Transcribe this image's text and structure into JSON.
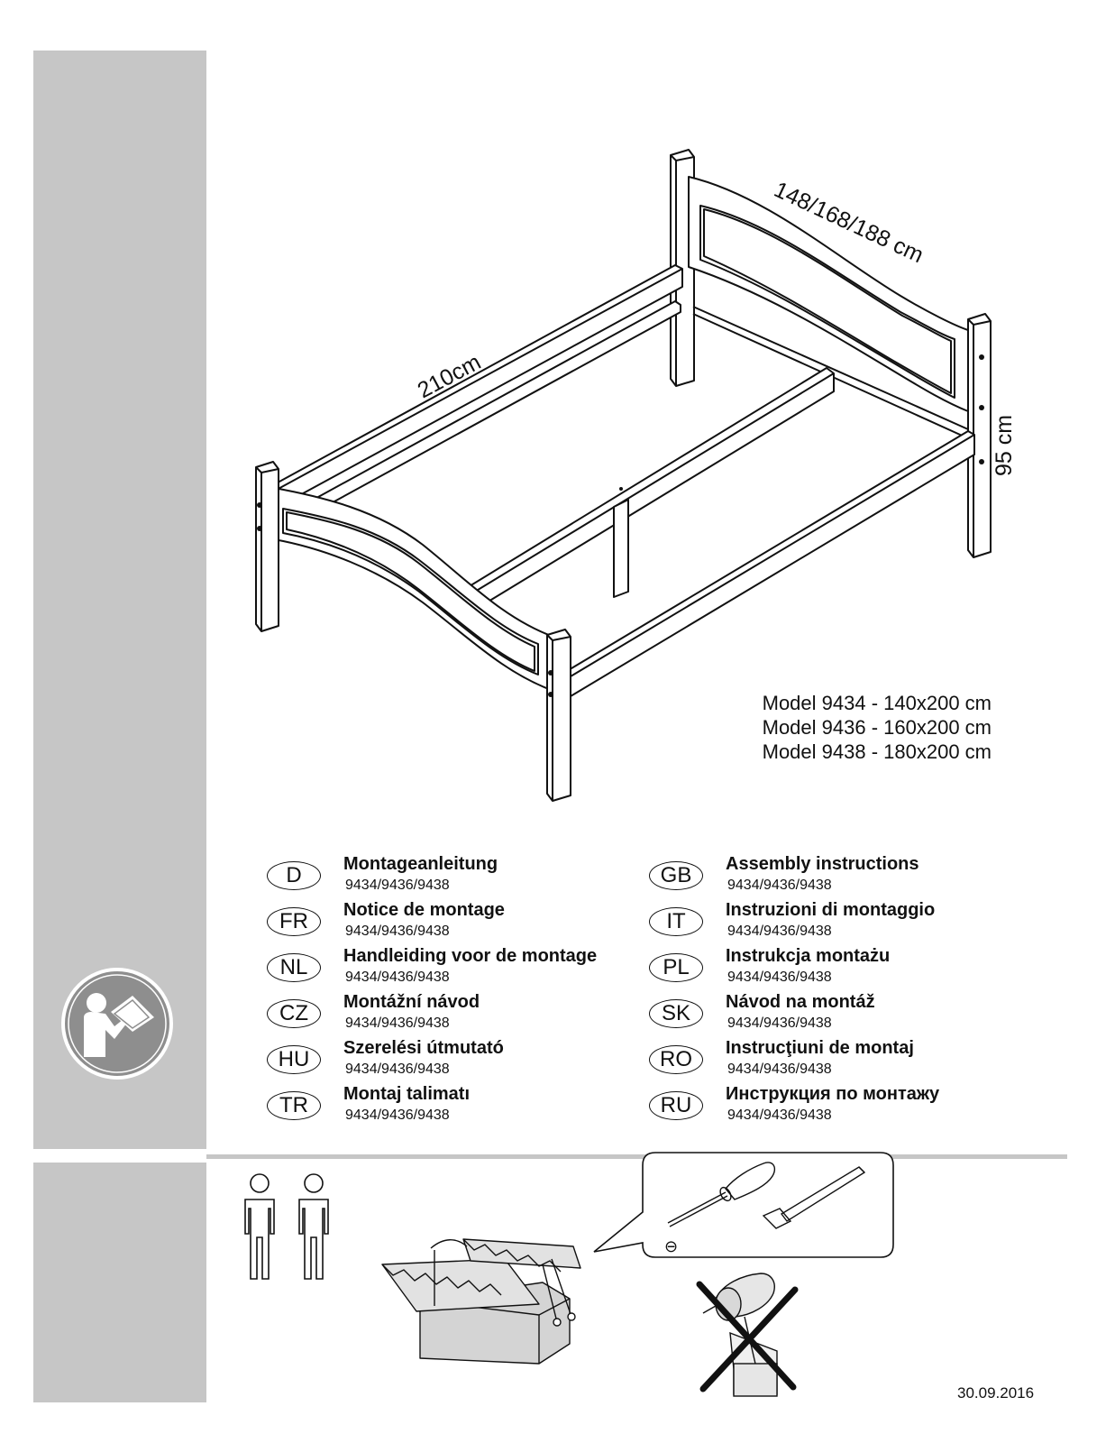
{
  "dimensions": {
    "length": "210cm",
    "width": "148/168/188 cm",
    "height": "95 cm"
  },
  "models": [
    "Model 9434 - 140x200 cm",
    "Model 9436 - 160x200 cm",
    "Model 9438 - 180x200 cm"
  ],
  "languages_left": [
    {
      "code": "D",
      "title": "Montageanleitung",
      "models": "9434/9436/9438"
    },
    {
      "code": "FR",
      "title": "Notice de montage",
      "models": "9434/9436/9438"
    },
    {
      "code": "NL",
      "title": "Handleiding voor de montage",
      "models": "9434/9436/9438"
    },
    {
      "code": "CZ",
      "title": "Montážní návod",
      "models": "9434/9436/9438"
    },
    {
      "code": "HU",
      "title": "Szerelési útmutató",
      "models": "9434/9436/9438"
    },
    {
      "code": "TR",
      "title": "Montaj talimatı",
      "models": "9434/9436/9438"
    }
  ],
  "languages_right": [
    {
      "code": "GB",
      "title": "Assembly instructions",
      "models": "9434/9436/9438"
    },
    {
      "code": "IT",
      "title": "Instruzioni di montaggio",
      "models": "9434/9436/9438"
    },
    {
      "code": "PL",
      "title": "Instrukcja montażu",
      "models": "9434/9436/9438"
    },
    {
      "code": "SK",
      "title": "Návod na montáž",
      "models": "9434/9436/9438"
    },
    {
      "code": "RO",
      "title": "Instrucţiuni de montaj",
      "models": "9434/9436/9438"
    },
    {
      "code": "RU",
      "title": "Инструкция по монтажу",
      "models": "9434/9436/9438"
    }
  ],
  "tools": {
    "screwdriver_symbol": "⊖"
  },
  "icons": [
    "read-manual-icon",
    "two-persons-icon",
    "toolbox-icon",
    "screwdriver-icon",
    "hammer-icon",
    "no-power-drill-icon"
  ],
  "date": "30.09.2016",
  "colors": {
    "sidebar": "#c6c6c6",
    "line": "#111111"
  }
}
